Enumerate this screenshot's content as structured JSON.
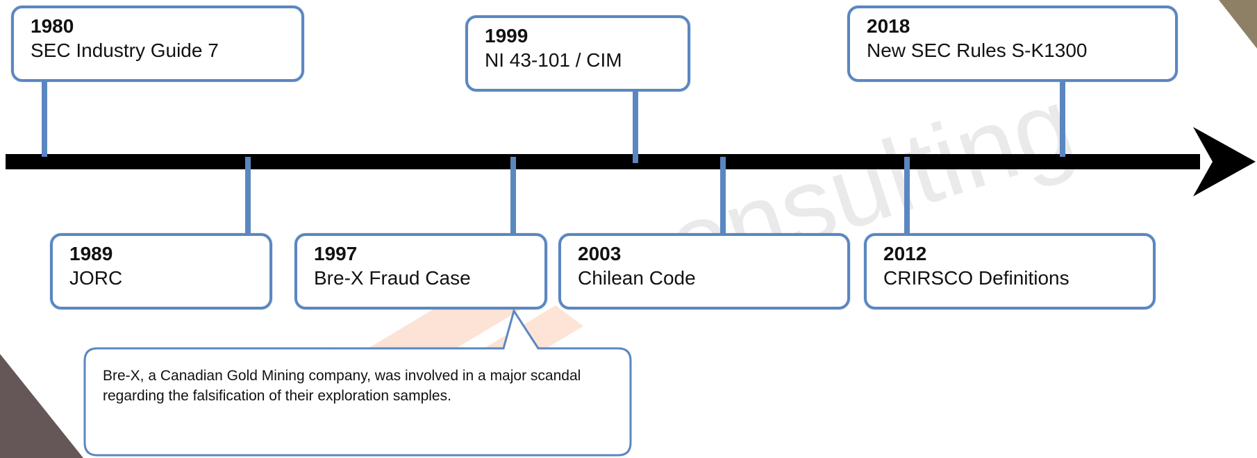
{
  "timeline": {
    "events": [
      {
        "year": "1980",
        "label": "SEC Industry Guide 7"
      },
      {
        "year": "1989",
        "label": "JORC"
      },
      {
        "year": "1997",
        "label": "Bre-X Fraud Case"
      },
      {
        "year": "1999",
        "label": "NI 43-101 / CIM"
      },
      {
        "year": "2003",
        "label": "Chilean Code"
      },
      {
        "year": "2012",
        "label": "CRIRSCO Definitions"
      },
      {
        "year": "2018",
        "label": "New SEC Rules S-K1300"
      }
    ],
    "callout": {
      "text": "Bre-X, a Canadian Gold Mining company, was involved in a major scandal regarding the falsification of their exploration samples."
    }
  },
  "watermark": {
    "text": "consulting"
  },
  "colors": {
    "box_border": "#5b87c0",
    "axis": "#000000",
    "watermark_logo": "#f26b21"
  }
}
